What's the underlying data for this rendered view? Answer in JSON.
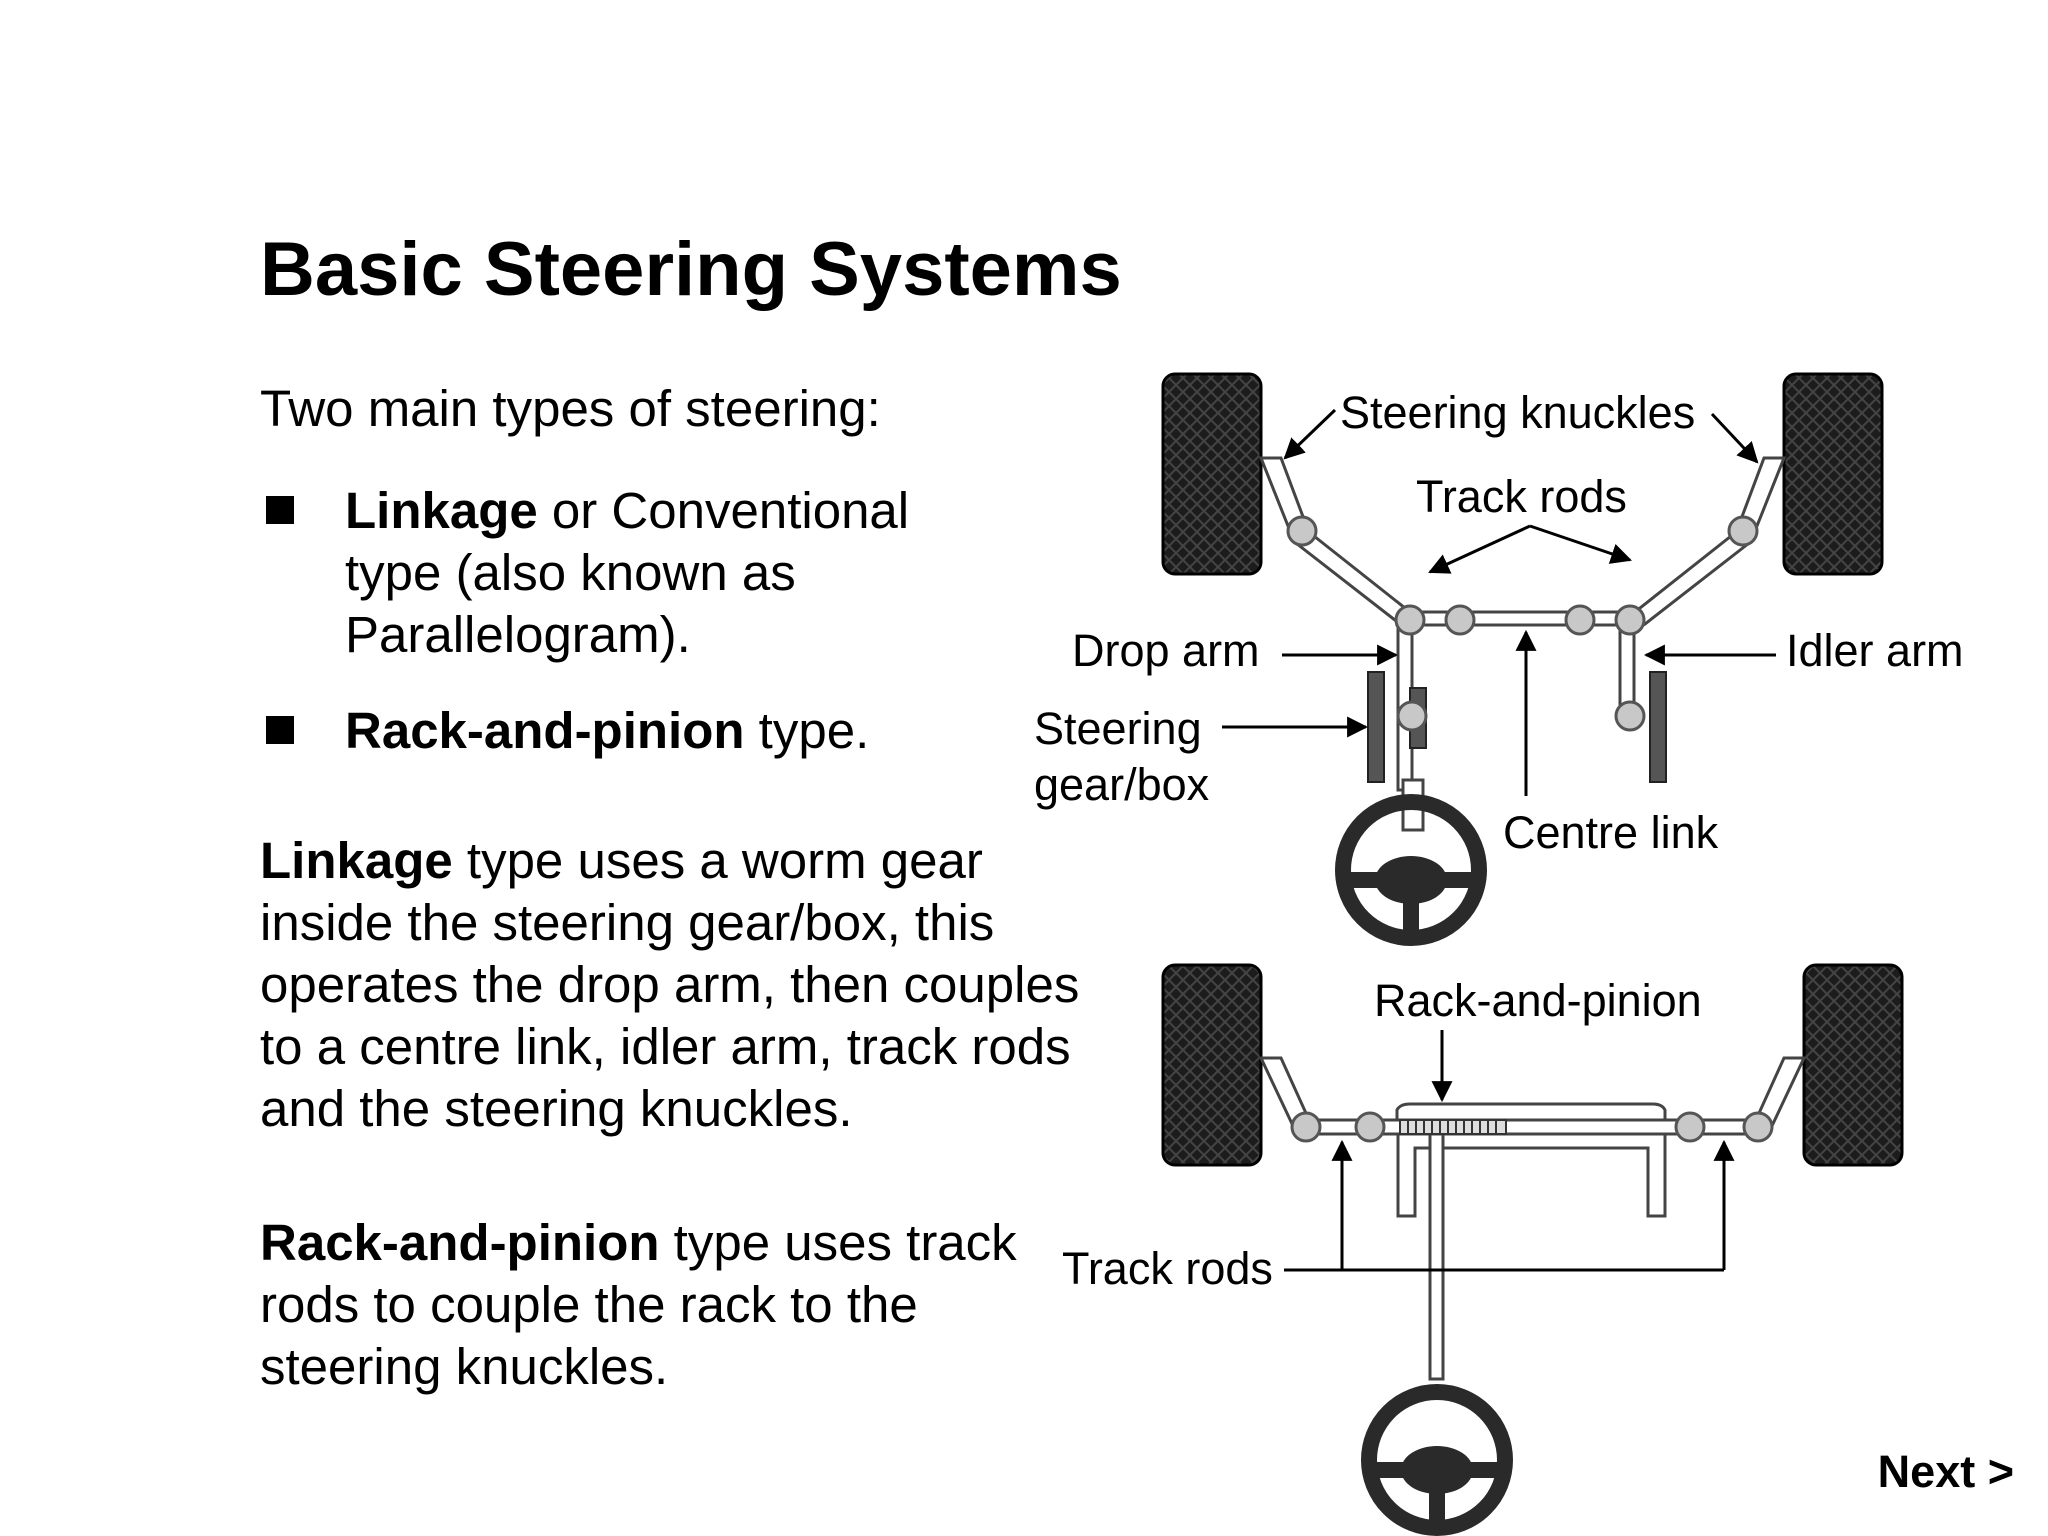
{
  "title": "Basic Steering Systems",
  "intro": "Two main types of steering:",
  "bullets": [
    {
      "bold": "Linkage",
      "lines": [
        " or Conventional",
        "type (also known as",
        "Parallelogram)."
      ]
    },
    {
      "bold": "Rack-and-pinion",
      "lines": [
        " type."
      ]
    }
  ],
  "paragraphs": [
    {
      "bold": "Linkage",
      "first": " type uses a worm gear",
      "rest": [
        "inside the steering gear/box, this",
        "operates the drop arm, then couples",
        "to a centre link, idler arm, track rods",
        "and the steering knuckles."
      ]
    },
    {
      "bold": "Rack-and-pinion",
      "first": " type uses track",
      "rest": [
        "rods to couple the rack to the",
        "steering knuckles."
      ]
    }
  ],
  "diagram_top": {
    "steering_knuckles": "Steering knuckles",
    "track_rods": "Track rods",
    "drop_arm": "Drop arm",
    "idler_arm": "Idler arm",
    "steering_gearbox_line1": "Steering",
    "steering_gearbox_line2": "gear/box",
    "centre_link": "Centre link"
  },
  "diagram_bottom": {
    "rack_and_pinion": "Rack-and-pinion",
    "track_rods": "Track rods"
  },
  "nav": {
    "next": "Next >"
  },
  "colors": {
    "tyre": "#1c1c1c",
    "joint": "#c8c8c8",
    "link": "#ffffff",
    "gearbox": "#555555"
  }
}
